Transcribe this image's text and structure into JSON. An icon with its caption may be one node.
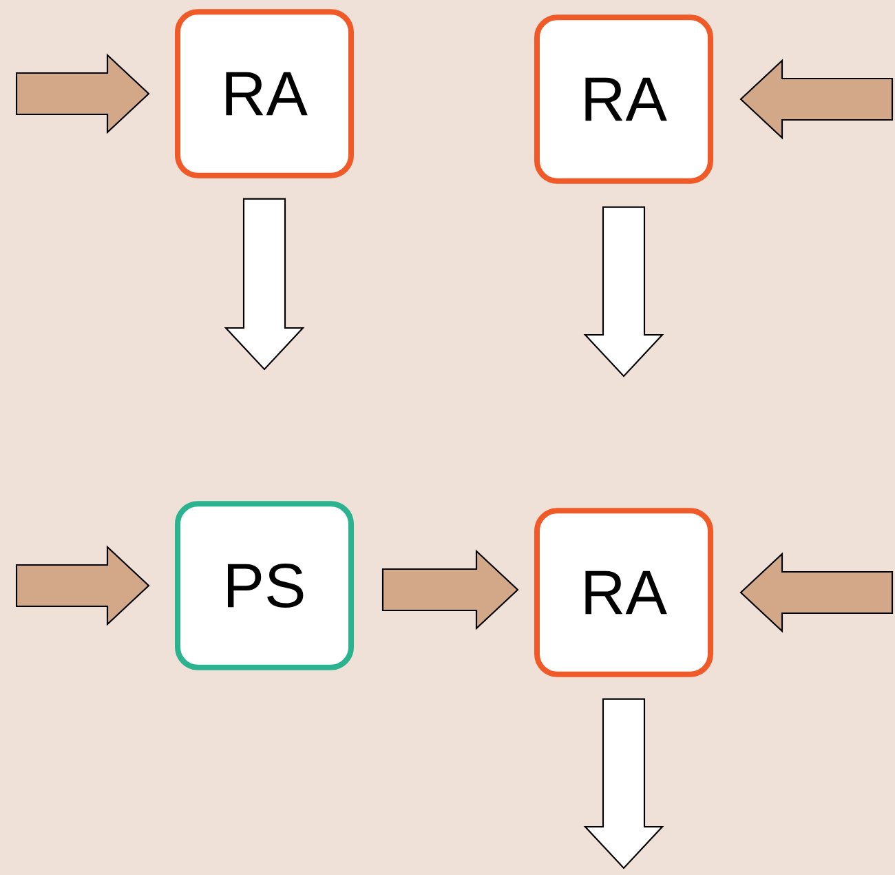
{
  "diagram": {
    "nodes": [
      {
        "text": [
          "RA"
        ]
      },
      {
        "text": [
          "RA"
        ]
      },
      {
        "text": [
          "PS"
        ]
      },
      {
        "text": [
          "RA"
        ]
      }
    ],
    "edges": [
      {
        "from": null,
        "to": 0,
        "arrow": "to"
      },
      {
        "from": null,
        "to": 1,
        "arrow": "to"
      },
      {
        "from": 0,
        "to": null,
        "arrow": "to",
        "color": "#ffffff"
      },
      {
        "from": 1,
        "to": null,
        "arrow": "to",
        "color": "#ffffff"
      },
      {
        "from": null,
        "to": 2,
        "arrow": "to"
      },
      {
        "from": 2,
        "to": 3,
        "arrow": "to"
      },
      {
        "from": null,
        "to": 3,
        "arrow": "to"
      },
      {
        "from": 3,
        "to": null,
        "arrow": "to",
        "color": "#ffffff"
      }
    ]
  }
}
